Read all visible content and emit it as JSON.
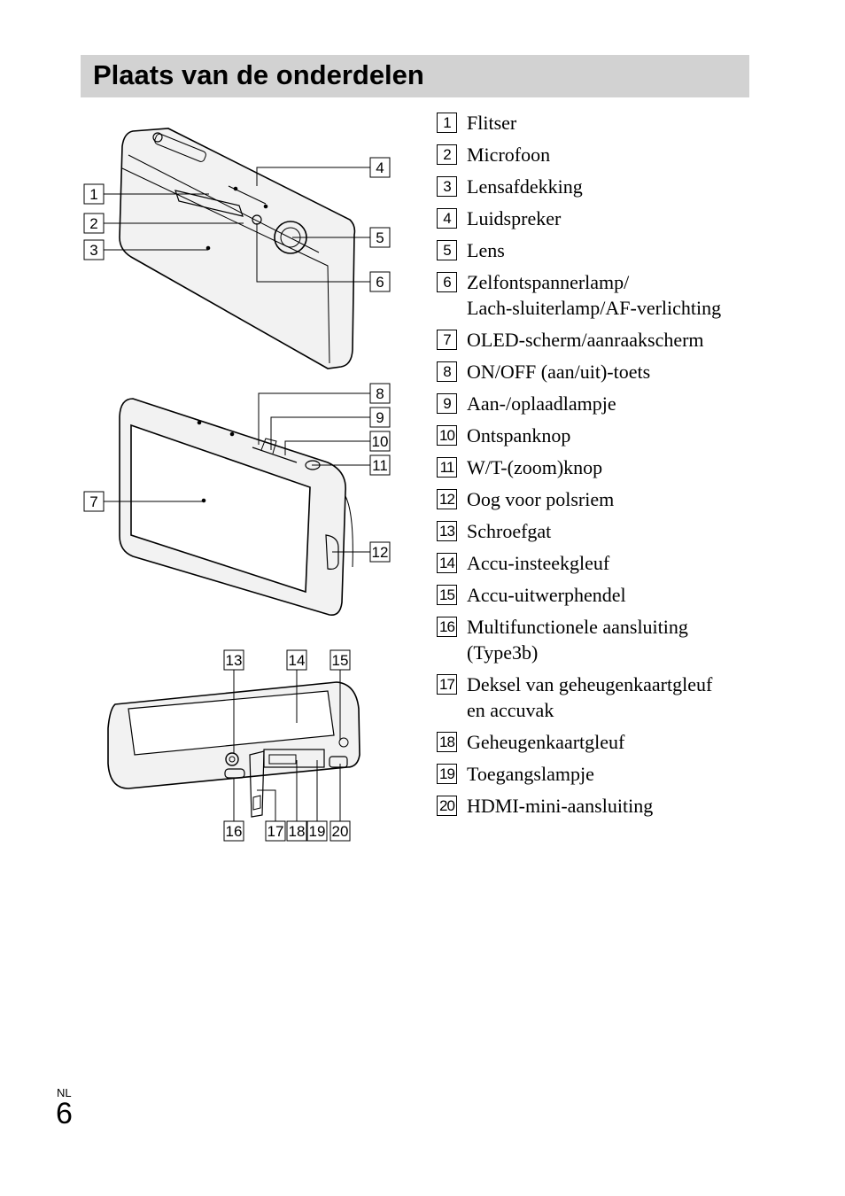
{
  "title": "Plaats van de onderdelen",
  "footer": {
    "lang": "NL",
    "page": "6"
  },
  "callouts": {
    "c1": "1",
    "c2": "2",
    "c3": "3",
    "c4": "4",
    "c5": "5",
    "c6": "6",
    "c7": "7",
    "c8": "8",
    "c9": "9",
    "c10": "10",
    "c11": "11",
    "c12": "12",
    "c13": "13",
    "c14": "14",
    "c15": "15",
    "c16": "16",
    "c17": "17",
    "c18": "18",
    "c19": "19",
    "c20": "20"
  },
  "parts": [
    {
      "num": "1",
      "label": "Flitser"
    },
    {
      "num": "2",
      "label": "Microfoon"
    },
    {
      "num": "3",
      "label": "Lensafdekking"
    },
    {
      "num": "4",
      "label": "Luidspreker"
    },
    {
      "num": "5",
      "label": "Lens"
    },
    {
      "num": "6",
      "label": "Zelfontspannerlamp/",
      "label2": "Lach-sluiterlamp/AF-verlichting"
    },
    {
      "num": "7",
      "label": "OLED-scherm/aanraakscherm"
    },
    {
      "num": "8",
      "label": "ON/OFF (aan/uit)-toets"
    },
    {
      "num": "9",
      "label": "Aan-/oplaadlampje"
    },
    {
      "num": "10",
      "label": "Ontspanknop"
    },
    {
      "num": "11",
      "label": "W/T-(zoom)knop"
    },
    {
      "num": "12",
      "label": "Oog voor polsriem"
    },
    {
      "num": "13",
      "label": "Schroefgat"
    },
    {
      "num": "14",
      "label": "Accu-insteekgleuf"
    },
    {
      "num": "15",
      "label": "Accu-uitwerphendel"
    },
    {
      "num": "16",
      "label": "Multifunctionele aansluiting",
      "label2": "(Type3b)"
    },
    {
      "num": "17",
      "label": "Deksel van geheugenkaartgleuf",
      "label2": "en accuvak"
    },
    {
      "num": "18",
      "label": "Geheugenkaartgleuf"
    },
    {
      "num": "19",
      "label": "Toegangslampje"
    },
    {
      "num": "20",
      "label": "HDMI-mini-aansluiting"
    }
  ]
}
